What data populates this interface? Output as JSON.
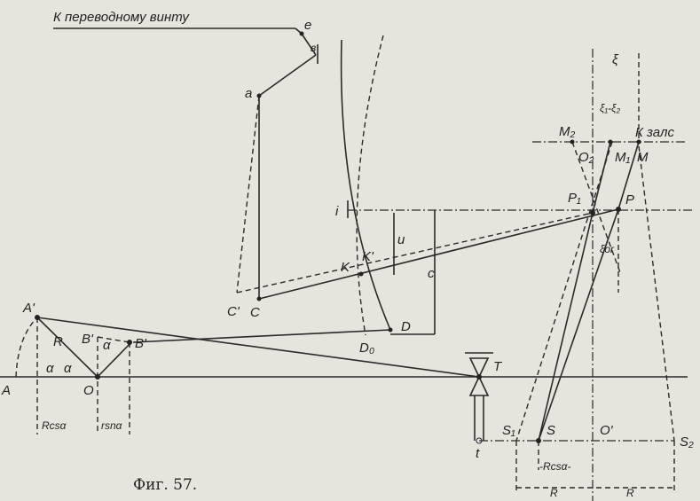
{
  "figure": {
    "caption": "Фиг. 57.",
    "top_label": "К переводному винту",
    "right_label": "К залс",
    "points": {
      "e": "e",
      "b": "в",
      "a": "a",
      "C_prime": "C'",
      "C": "C",
      "i": "i",
      "K": "K",
      "K_prime": "K'",
      "u": "u",
      "c": "c",
      "D": "D",
      "D0": "D₀",
      "A_prime": "A'",
      "A": "A",
      "R_left": "R",
      "alpha1": "α",
      "alpha2": "α",
      "alpha3": "α",
      "B": "B'",
      "B_prime": "B'",
      "O": "O",
      "T": "T",
      "t": "t",
      "S1": "S₁",
      "S": "S",
      "O_prime": "O'",
      "S2": "S₂",
      "M2": "M₂",
      "O2": "O₂",
      "M1": "M₁",
      "M": "M",
      "P1": "P₁",
      "P": "P",
      "xi": "ξ",
      "xi_diff": "ξ₁-ξ₂",
      "xi_or": "ξor"
    },
    "dimensions": {
      "rcos_left": "Rcsα",
      "rsin": "rsnα",
      "rcos_right": "-Rcsα-",
      "R1": "R",
      "R2": "R"
    }
  }
}
